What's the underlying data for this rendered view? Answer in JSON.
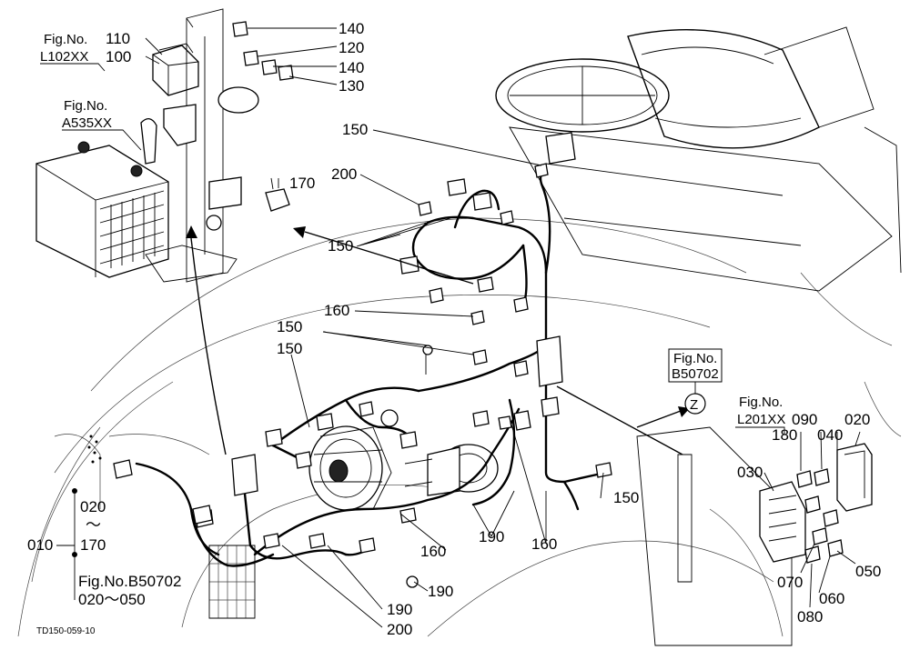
{
  "figure_code": "TD150-059-10",
  "references": {
    "l102": {
      "line1": "Fig.No.",
      "line2": "L102XX"
    },
    "a535": {
      "line1": "Fig.No.",
      "line2": "A535XX"
    },
    "b50702_box": {
      "line1": "Fig.No.",
      "line2": "B50702",
      "marker": "Z"
    },
    "l201": {
      "line1": "Fig.No.",
      "line2": "L201XX"
    },
    "b50702_note": {
      "line1": "Fig.No.B50702",
      "line2": "020～050"
    }
  },
  "range_note": {
    "top": "020",
    "middle": "～",
    "bottom": "170",
    "group": "010"
  },
  "callouts": {
    "p140a": "140",
    "p120": "120",
    "p140b": "140",
    "p130": "130",
    "p110": "110",
    "p100": "100",
    "p150_top": "150",
    "p200_top": "200",
    "p170": "170",
    "p150_mid": "150",
    "p160_mid": "160",
    "p150_l1": "150",
    "p150_l2": "150",
    "p150_right": "150",
    "p160_a": "160",
    "p190_a": "190",
    "p160_b": "160",
    "p190_b": "190",
    "p190_c": "190",
    "p200_bot": "200",
    "p180": "180",
    "p090": "090",
    "p040": "040",
    "p020": "020",
    "p030": "030",
    "p070": "070",
    "p050": "050",
    "p060": "060",
    "p080": "080"
  }
}
